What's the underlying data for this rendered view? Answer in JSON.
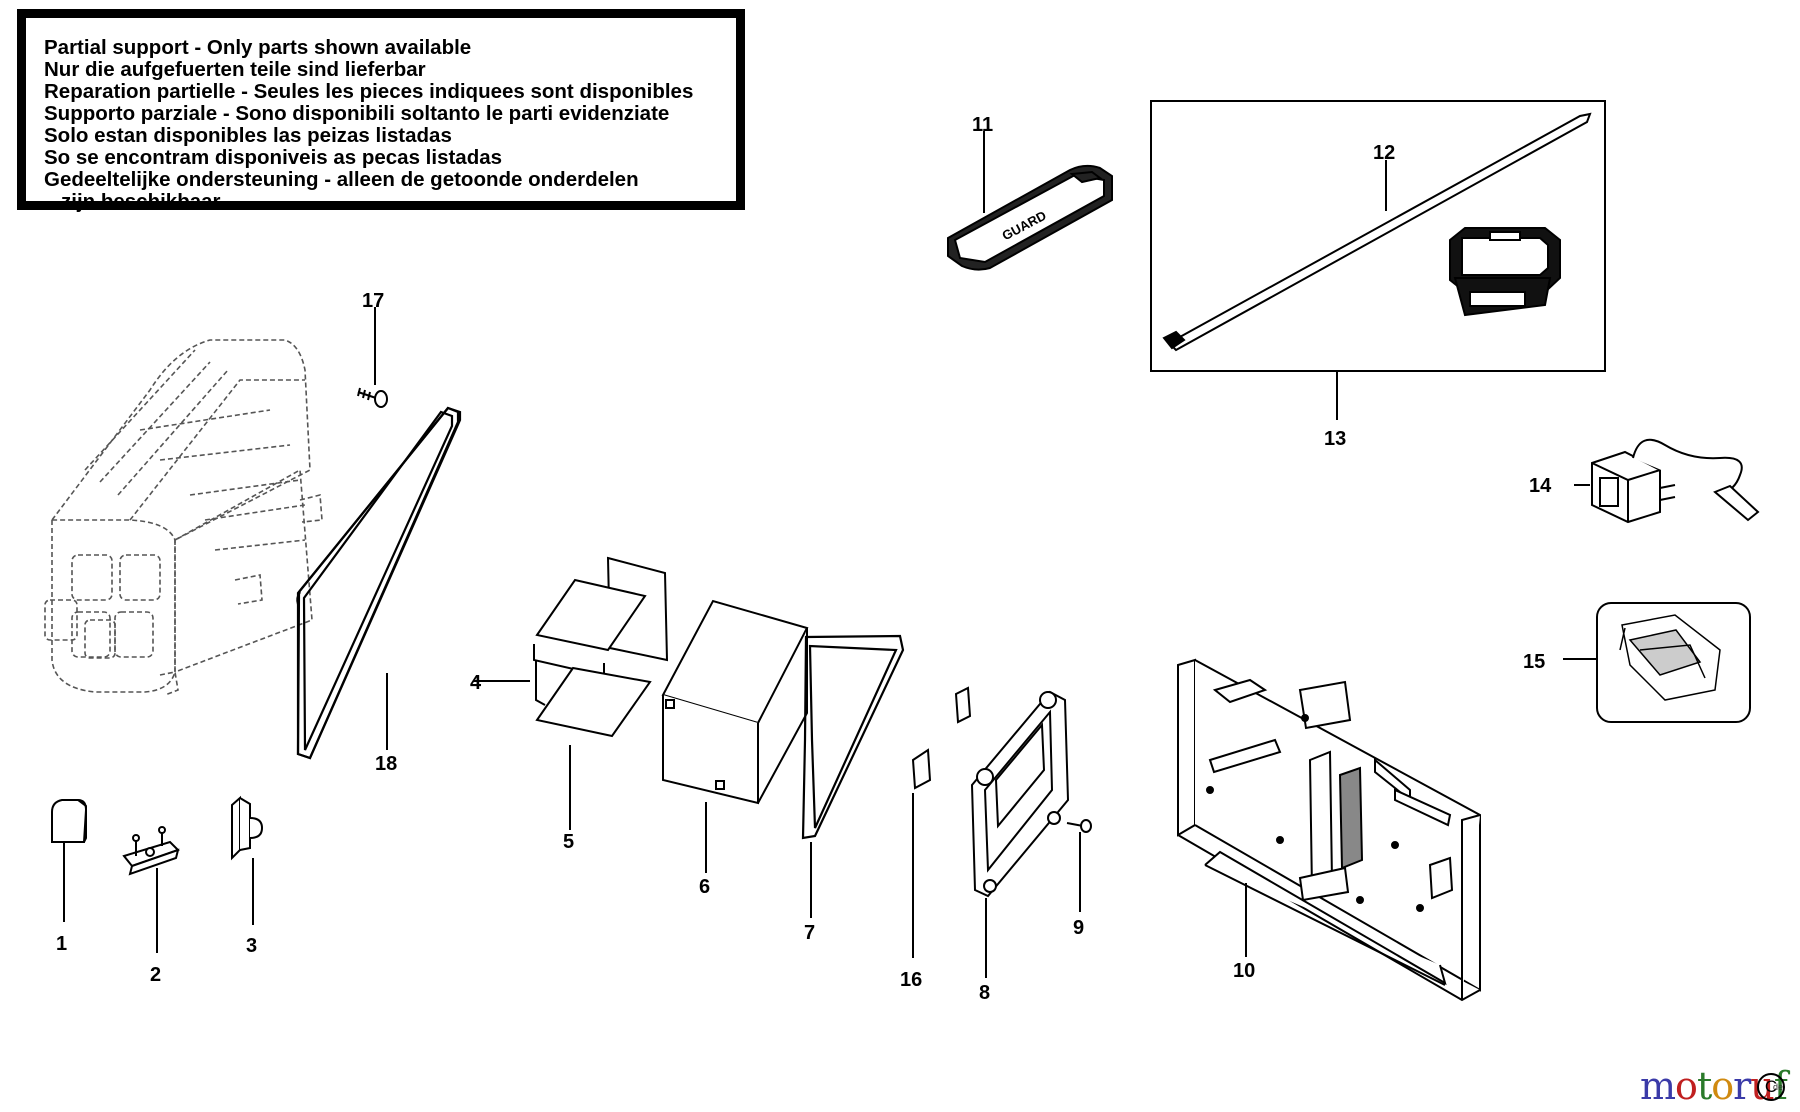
{
  "notice": {
    "lines": [
      "Partial support - Only parts shown available",
      "Nur die aufgefuerten teile sind lieferbar",
      "Reparation partielle - Seules les pieces indiquees sont disponibles",
      "Supporto parziale - Sono disponibili soltanto le parti evidenziate",
      "Solo estan disponibles las peizas listadas",
      "So se encontram disponiveis as pecas listadas",
      "Gedeeltelijke ondersteuning - alleen de getoonde onderdelen",
      "zijn beschikbaar"
    ]
  },
  "callouts": {
    "c1": "1",
    "c2": "2",
    "c3": "3",
    "c4": "4",
    "c5": "5",
    "c6": "6",
    "c7": "7",
    "c8": "8",
    "c9": "9",
    "c10": "10",
    "c11": "11",
    "c12": "12",
    "c13": "13",
    "c14": "14",
    "c15": "15",
    "c16": "16",
    "c17": "17",
    "c18": "18"
  },
  "part_text": {
    "guard_label": "GUARD"
  },
  "watermark": {
    "brand": "motoruf",
    "symbol": "C",
    "suffix": "de",
    "colors": [
      "#3a3aa8",
      "#c02020",
      "#2a7a2a",
      "#d08a10"
    ]
  }
}
